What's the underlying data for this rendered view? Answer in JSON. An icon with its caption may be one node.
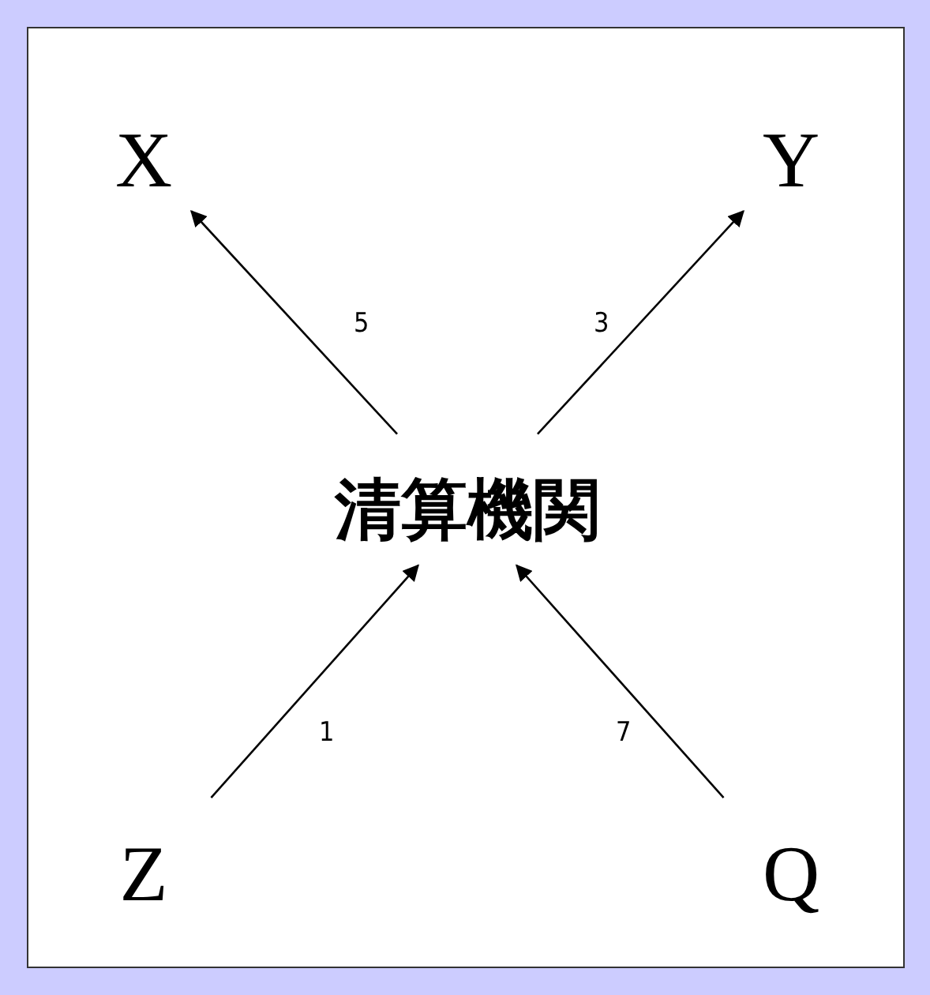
{
  "diagram": {
    "nodes": [
      {
        "text": [
          "X"
        ]
      },
      {
        "text": [
          "Y"
        ]
      },
      {
        "text": [
          "清算機関"
        ]
      },
      {
        "text": [
          "Z"
        ]
      },
      {
        "text": [
          "Q"
        ]
      }
    ],
    "edges": [
      {
        "from": 2,
        "to": 0,
        "arrow": "to",
        "label": "5"
      },
      {
        "from": 2,
        "to": 1,
        "arrow": "to",
        "label": "3"
      },
      {
        "from": 3,
        "to": 2,
        "arrow": "to",
        "label": "1"
      },
      {
        "from": 4,
        "to": 2,
        "arrow": "to",
        "label": "7"
      }
    ]
  }
}
